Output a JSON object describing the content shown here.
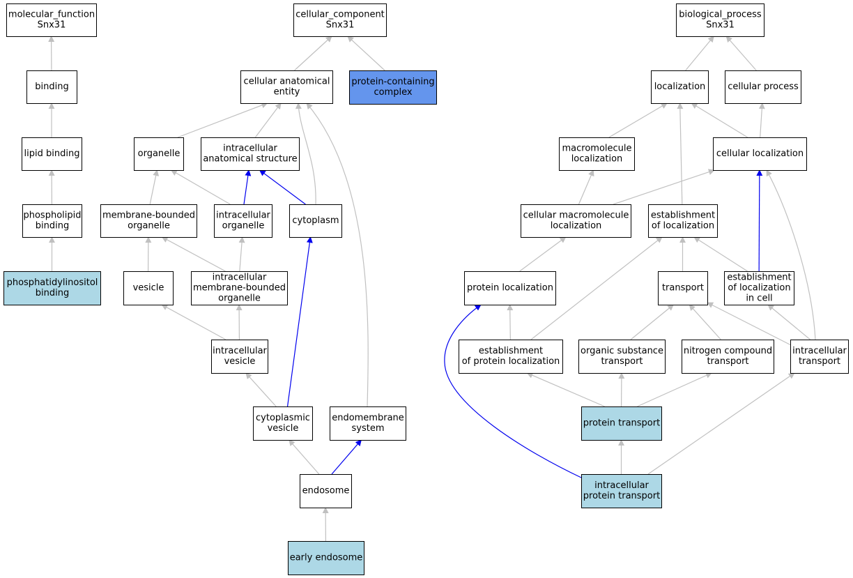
{
  "colors": {
    "background": "#ffffff",
    "node_default": "#ffffff",
    "node_highlight": "#add8e6",
    "node_selected": "#6495ed",
    "edge_default": "#c0c0c0",
    "edge_emphasis": "#0000ee",
    "border": "#000000"
  },
  "nodes": [
    {
      "id": "mf_root",
      "lines": [
        "molecular_function",
        "Snx31"
      ],
      "fill": "default"
    },
    {
      "id": "binding",
      "lines": [
        "binding"
      ],
      "fill": "default"
    },
    {
      "id": "lipid_binding",
      "lines": [
        "lipid binding"
      ],
      "fill": "default"
    },
    {
      "id": "phospholipid_binding",
      "lines": [
        "phospholipid",
        "binding"
      ],
      "fill": "default"
    },
    {
      "id": "phosphatidylinositol_binding",
      "lines": [
        "phosphatidylinositol",
        "binding"
      ],
      "fill": "highlight"
    },
    {
      "id": "cc_root",
      "lines": [
        "cellular_component",
        "Snx31"
      ],
      "fill": "default"
    },
    {
      "id": "cellular_anatomical_entity",
      "lines": [
        "cellular anatomical",
        "entity"
      ],
      "fill": "default"
    },
    {
      "id": "protein_containing_complex",
      "lines": [
        "protein-containing",
        "complex"
      ],
      "fill": "selected"
    },
    {
      "id": "organelle",
      "lines": [
        "organelle"
      ],
      "fill": "default"
    },
    {
      "id": "intracellular_anatomical_structure",
      "lines": [
        "intracellular",
        "anatomical structure"
      ],
      "fill": "default"
    },
    {
      "id": "membrane_bounded_organelle",
      "lines": [
        "membrane-bounded",
        "organelle"
      ],
      "fill": "default"
    },
    {
      "id": "intracellular_organelle",
      "lines": [
        "intracellular",
        "organelle"
      ],
      "fill": "default"
    },
    {
      "id": "cytoplasm",
      "lines": [
        "cytoplasm"
      ],
      "fill": "default"
    },
    {
      "id": "vesicle",
      "lines": [
        "vesicle"
      ],
      "fill": "default"
    },
    {
      "id": "intracellular_membrane_bounded_organelle",
      "lines": [
        "intracellular",
        "membrane-bounded",
        "organelle"
      ],
      "fill": "default"
    },
    {
      "id": "intracellular_vesicle",
      "lines": [
        "intracellular",
        "vesicle"
      ],
      "fill": "default"
    },
    {
      "id": "cytoplasmic_vesicle",
      "lines": [
        "cytoplasmic",
        "vesicle"
      ],
      "fill": "default"
    },
    {
      "id": "endomembrane_system",
      "lines": [
        "endomembrane",
        "system"
      ],
      "fill": "default"
    },
    {
      "id": "endosome",
      "lines": [
        "endosome"
      ],
      "fill": "default"
    },
    {
      "id": "early_endosome",
      "lines": [
        "early endosome"
      ],
      "fill": "highlight"
    },
    {
      "id": "bp_root",
      "lines": [
        "biological_process",
        "Snx31"
      ],
      "fill": "default"
    },
    {
      "id": "localization",
      "lines": [
        "localization"
      ],
      "fill": "default"
    },
    {
      "id": "cellular_process",
      "lines": [
        "cellular process"
      ],
      "fill": "default"
    },
    {
      "id": "macromolecule_localization",
      "lines": [
        "macromolecule",
        "localization"
      ],
      "fill": "default"
    },
    {
      "id": "cellular_localization",
      "lines": [
        "cellular localization"
      ],
      "fill": "default"
    },
    {
      "id": "cellular_macromolecule_localization",
      "lines": [
        "cellular macromolecule",
        "localization"
      ],
      "fill": "default"
    },
    {
      "id": "establishment_of_localization",
      "lines": [
        "establishment",
        "of localization"
      ],
      "fill": "default"
    },
    {
      "id": "protein_localization",
      "lines": [
        "protein localization"
      ],
      "fill": "default"
    },
    {
      "id": "transport",
      "lines": [
        "transport"
      ],
      "fill": "default"
    },
    {
      "id": "establishment_of_localization_in_cell",
      "lines": [
        "establishment",
        "of localization",
        "in cell"
      ],
      "fill": "default"
    },
    {
      "id": "establishment_of_protein_localization",
      "lines": [
        "establishment",
        "of protein localization"
      ],
      "fill": "default"
    },
    {
      "id": "organic_substance_transport",
      "lines": [
        "organic substance",
        "transport"
      ],
      "fill": "default"
    },
    {
      "id": "nitrogen_compound_transport",
      "lines": [
        "nitrogen compound",
        "transport"
      ],
      "fill": "default"
    },
    {
      "id": "intracellular_transport",
      "lines": [
        "intracellular",
        "transport"
      ],
      "fill": "default"
    },
    {
      "id": "protein_transport",
      "lines": [
        "protein transport"
      ],
      "fill": "highlight"
    },
    {
      "id": "intracellular_protein_transport",
      "lines": [
        "intracellular",
        "protein transport"
      ],
      "fill": "highlight"
    }
  ],
  "edges": [
    {
      "from": "binding",
      "to": "mf_root",
      "style": "default"
    },
    {
      "from": "lipid_binding",
      "to": "binding",
      "style": "default"
    },
    {
      "from": "phospholipid_binding",
      "to": "lipid_binding",
      "style": "default"
    },
    {
      "from": "phosphatidylinositol_binding",
      "to": "phospholipid_binding",
      "style": "default"
    },
    {
      "from": "cellular_anatomical_entity",
      "to": "cc_root",
      "style": "default"
    },
    {
      "from": "protein_containing_complex",
      "to": "cc_root",
      "style": "default"
    },
    {
      "from": "organelle",
      "to": "cellular_anatomical_entity",
      "style": "default"
    },
    {
      "from": "intracellular_anatomical_structure",
      "to": "cellular_anatomical_entity",
      "style": "default"
    },
    {
      "from": "cytoplasm",
      "to": "cellular_anatomical_entity",
      "style": "default"
    },
    {
      "from": "endomembrane_system",
      "to": "cellular_anatomical_entity",
      "style": "default"
    },
    {
      "from": "membrane_bounded_organelle",
      "to": "organelle",
      "style": "default"
    },
    {
      "from": "intracellular_organelle",
      "to": "organelle",
      "style": "default"
    },
    {
      "from": "intracellular_organelle",
      "to": "intracellular_anatomical_structure",
      "style": "emphasis"
    },
    {
      "from": "cytoplasm",
      "to": "intracellular_anatomical_structure",
      "style": "emphasis"
    },
    {
      "from": "vesicle",
      "to": "membrane_bounded_organelle",
      "style": "default"
    },
    {
      "from": "intracellular_membrane_bounded_organelle",
      "to": "membrane_bounded_organelle",
      "style": "default"
    },
    {
      "from": "intracellular_membrane_bounded_organelle",
      "to": "intracellular_organelle",
      "style": "default"
    },
    {
      "from": "intracellular_vesicle",
      "to": "vesicle",
      "style": "default"
    },
    {
      "from": "intracellular_vesicle",
      "to": "intracellular_membrane_bounded_organelle",
      "style": "default"
    },
    {
      "from": "cytoplasmic_vesicle",
      "to": "intracellular_vesicle",
      "style": "default"
    },
    {
      "from": "cytoplasmic_vesicle",
      "to": "cytoplasm",
      "style": "emphasis"
    },
    {
      "from": "endosome",
      "to": "cytoplasmic_vesicle",
      "style": "default"
    },
    {
      "from": "endosome",
      "to": "endomembrane_system",
      "style": "emphasis"
    },
    {
      "from": "early_endosome",
      "to": "endosome",
      "style": "default"
    },
    {
      "from": "localization",
      "to": "bp_root",
      "style": "default"
    },
    {
      "from": "cellular_process",
      "to": "bp_root",
      "style": "default"
    },
    {
      "from": "macromolecule_localization",
      "to": "localization",
      "style": "default"
    },
    {
      "from": "cellular_localization",
      "to": "localization",
      "style": "default"
    },
    {
      "from": "cellular_localization",
      "to": "cellular_process",
      "style": "default"
    },
    {
      "from": "establishment_of_localization",
      "to": "localization",
      "style": "default"
    },
    {
      "from": "cellular_macromolecule_localization",
      "to": "macromolecule_localization",
      "style": "default"
    },
    {
      "from": "cellular_macromolecule_localization",
      "to": "cellular_localization",
      "style": "default"
    },
    {
      "from": "establishment_of_localization_in_cell",
      "to": "cellular_localization",
      "style": "emphasis"
    },
    {
      "from": "intracellular_transport",
      "to": "cellular_localization",
      "style": "default"
    },
    {
      "from": "protein_localization",
      "to": "cellular_macromolecule_localization",
      "style": "default"
    },
    {
      "from": "establishment_of_localization_in_cell",
      "to": "establishment_of_localization",
      "style": "default"
    },
    {
      "from": "transport",
      "to": "establishment_of_localization",
      "style": "default"
    },
    {
      "from": "establishment_of_protein_localization",
      "to": "establishment_of_localization",
      "style": "default"
    },
    {
      "from": "establishment_of_protein_localization",
      "to": "protein_localization",
      "style": "default"
    },
    {
      "from": "organic_substance_transport",
      "to": "transport",
      "style": "default"
    },
    {
      "from": "nitrogen_compound_transport",
      "to": "transport",
      "style": "default"
    },
    {
      "from": "intracellular_transport",
      "to": "transport",
      "style": "default"
    },
    {
      "from": "intracellular_transport",
      "to": "establishment_of_localization_in_cell",
      "style": "default"
    },
    {
      "from": "protein_transport",
      "to": "establishment_of_protein_localization",
      "style": "default"
    },
    {
      "from": "protein_transport",
      "to": "organic_substance_transport",
      "style": "default"
    },
    {
      "from": "protein_transport",
      "to": "nitrogen_compound_transport",
      "style": "default"
    },
    {
      "from": "intracellular_protein_transport",
      "to": "protein_transport",
      "style": "default"
    },
    {
      "from": "intracellular_protein_transport",
      "to": "intracellular_transport",
      "style": "default"
    },
    {
      "from": "intracellular_protein_transport",
      "to": "protein_localization",
      "style": "emphasis"
    }
  ]
}
